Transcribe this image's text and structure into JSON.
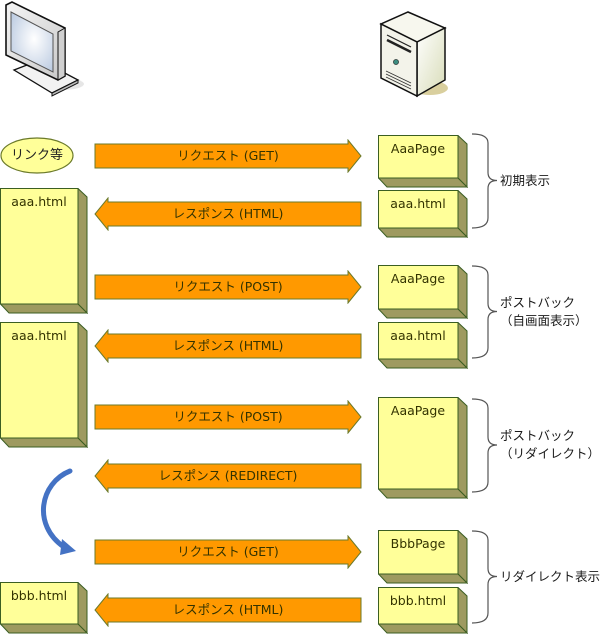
{
  "client": {
    "icon": "monitor-icon",
    "trigger_label": "リンク等"
  },
  "server": {
    "icon": "server-tower-icon"
  },
  "colors": {
    "arrow_fill": "#FF9900",
    "arrow_stroke": "#6B7A2A",
    "page_face": "#FFFF99",
    "page_side": "#9E9A60",
    "page_border": "#3B5E22",
    "page_text": "#333300",
    "redirect_arrow": "#4472C4",
    "ellipse_fill": "#FFFF99"
  },
  "arrows": [
    {
      "direction": "right",
      "label": "リクエスト (GET)"
    },
    {
      "direction": "left",
      "label": "レスポンス (HTML)"
    },
    {
      "direction": "right",
      "label": "リクエスト (POST)"
    },
    {
      "direction": "left",
      "label": "レスポンス (HTML)"
    },
    {
      "direction": "right",
      "label": "リクエスト (POST)"
    },
    {
      "direction": "left",
      "label": "レスポンス (REDIRECT)"
    },
    {
      "direction": "right",
      "label": "リクエスト (GET)"
    },
    {
      "direction": "left",
      "label": "レスポンス (HTML)"
    }
  ],
  "client_pages": [
    {
      "label": "aaa.html"
    },
    {
      "label": "aaa.html"
    },
    {
      "label": "bbb.html"
    }
  ],
  "server_pages": [
    {
      "label": "AaaPage"
    },
    {
      "label": "aaa.html"
    },
    {
      "label": "AaaPage"
    },
    {
      "label": "aaa.html"
    },
    {
      "label": "AaaPage"
    },
    {
      "label": "BbbPage"
    },
    {
      "label": "bbb.html"
    }
  ],
  "phases": [
    {
      "lines": [
        "初期表示"
      ]
    },
    {
      "lines": [
        "ポストバック",
        "（自画面表示）"
      ]
    },
    {
      "lines": [
        "ポストバック",
        "（リダイレクト）"
      ]
    },
    {
      "lines": [
        "リダイレクト表示"
      ]
    }
  ]
}
